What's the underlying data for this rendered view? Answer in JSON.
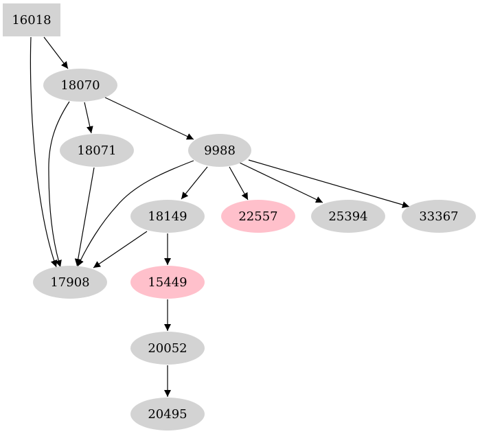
{
  "colors": {
    "default_node": "#d3d3d3",
    "highlight_node": "#ffc0cb",
    "edge": "#000000",
    "background": "#ffffff"
  },
  "nodes": [
    {
      "id": "16018",
      "label": "16018",
      "shape": "box",
      "highlight": false
    },
    {
      "id": "18070",
      "label": "18070",
      "shape": "ellipse",
      "highlight": false
    },
    {
      "id": "18071",
      "label": "18071",
      "shape": "ellipse",
      "highlight": false
    },
    {
      "id": "9988",
      "label": "9988",
      "shape": "ellipse",
      "highlight": false
    },
    {
      "id": "18149",
      "label": "18149",
      "shape": "ellipse",
      "highlight": false
    },
    {
      "id": "22557",
      "label": "22557",
      "shape": "ellipse",
      "highlight": true
    },
    {
      "id": "25394",
      "label": "25394",
      "shape": "ellipse",
      "highlight": false
    },
    {
      "id": "33367",
      "label": "33367",
      "shape": "ellipse",
      "highlight": false
    },
    {
      "id": "17908",
      "label": "17908",
      "shape": "ellipse",
      "highlight": false
    },
    {
      "id": "15449",
      "label": "15449",
      "shape": "ellipse",
      "highlight": true
    },
    {
      "id": "20052",
      "label": "20052",
      "shape": "ellipse",
      "highlight": false
    },
    {
      "id": "20495",
      "label": "20495",
      "shape": "ellipse",
      "highlight": false
    }
  ],
  "edges": [
    {
      "from": "16018",
      "to": "18070"
    },
    {
      "from": "16018",
      "to": "17908"
    },
    {
      "from": "18070",
      "to": "18071"
    },
    {
      "from": "18070",
      "to": "9988"
    },
    {
      "from": "18070",
      "to": "17908"
    },
    {
      "from": "18071",
      "to": "17908"
    },
    {
      "from": "9988",
      "to": "18149"
    },
    {
      "from": "9988",
      "to": "22557"
    },
    {
      "from": "9988",
      "to": "25394"
    },
    {
      "from": "9988",
      "to": "33367"
    },
    {
      "from": "9988",
      "to": "17908"
    },
    {
      "from": "18149",
      "to": "17908"
    },
    {
      "from": "18149",
      "to": "15449"
    },
    {
      "from": "15449",
      "to": "20052"
    },
    {
      "from": "20052",
      "to": "20495"
    }
  ]
}
